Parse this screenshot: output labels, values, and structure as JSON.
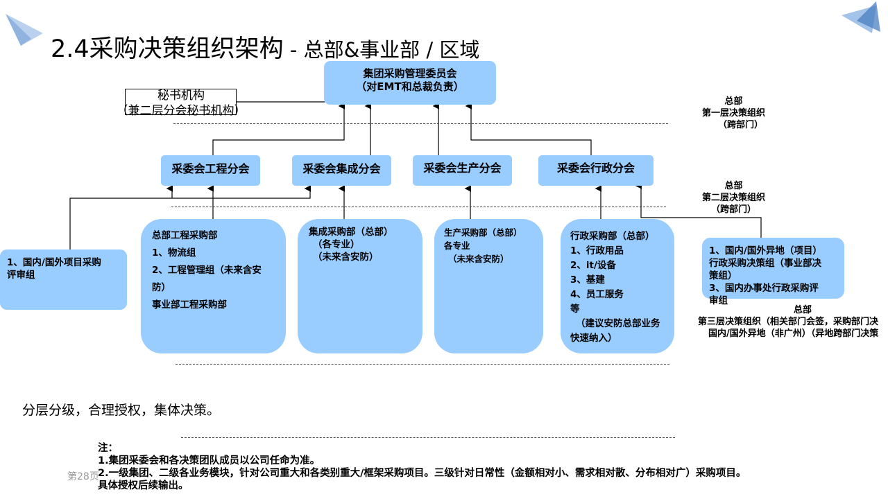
{
  "title": {
    "main": "2.4采购决策组织架构",
    "sub": " - 总部&事业部 / 区域"
  },
  "top_box": {
    "line1": "集团采购管理委员会",
    "line2": "（对EMT和总裁负责）"
  },
  "secretary": {
    "line1": "秘书机构",
    "line2": "（兼二层分会秘书机构）"
  },
  "level_labels": {
    "l1": [
      "总部",
      "第一层决策组织",
      "（跨部门）"
    ],
    "l2": [
      "总部",
      "第二层决策组织",
      "（跨部门）"
    ],
    "l3": [
      "总部",
      "第三层决策组织（相关部门会签，采购部门决",
      "国内/国外异地（非广州）（异地跨部门决策"
    ]
  },
  "branches": {
    "engineering": "采委会工程分会",
    "integration": "采委会集成分会",
    "production": "采委会生产分会",
    "admin": "采委会行政分会"
  },
  "depts": {
    "project_review": [
      "1、国内/国外项目采购",
      "评审组"
    ],
    "engineering": [
      "总部工程采购部",
      "1、物流组",
      "2、工程管理组（未来含安",
      "防）",
      "事业部工程采购部"
    ],
    "integration": [
      "集成采购部（总部）",
      "（各专业）",
      "（未来含安防）"
    ],
    "production": [
      "生产采购部（总部）",
      "各专业",
      "（未来含安防）"
    ],
    "admin": [
      "行政采购部（总部）",
      "1、行政用品",
      "2、it/设备",
      "3、基建",
      "4、员工服务",
      "等",
      "（建议安防总部业务",
      "快速纳入）"
    ],
    "remote": [
      "1、国内/国外异地（项目）",
      "行政采购决策组（事业部决",
      "策组）",
      "3、国内办事处行政采购评",
      "审组"
    ]
  },
  "slogan": "分层分级，合理授权，集体决策。",
  "notes": [
    "注：",
    "1.集团采委会和各决策团队成员以公司任命为准。",
    "2.一级集团、二级各业务模块，针对公司重大和各类别重大/框架采购项目。三级针对日常性（金额相对小、需求相对散、分布相对广）采购项目。",
    "具体授权后续输出。"
  ],
  "page_number": "第28页",
  "colors": {
    "box_fill": "#99ccff",
    "arrow": "#000000",
    "corner_decoration": "#4a7fc0"
  }
}
